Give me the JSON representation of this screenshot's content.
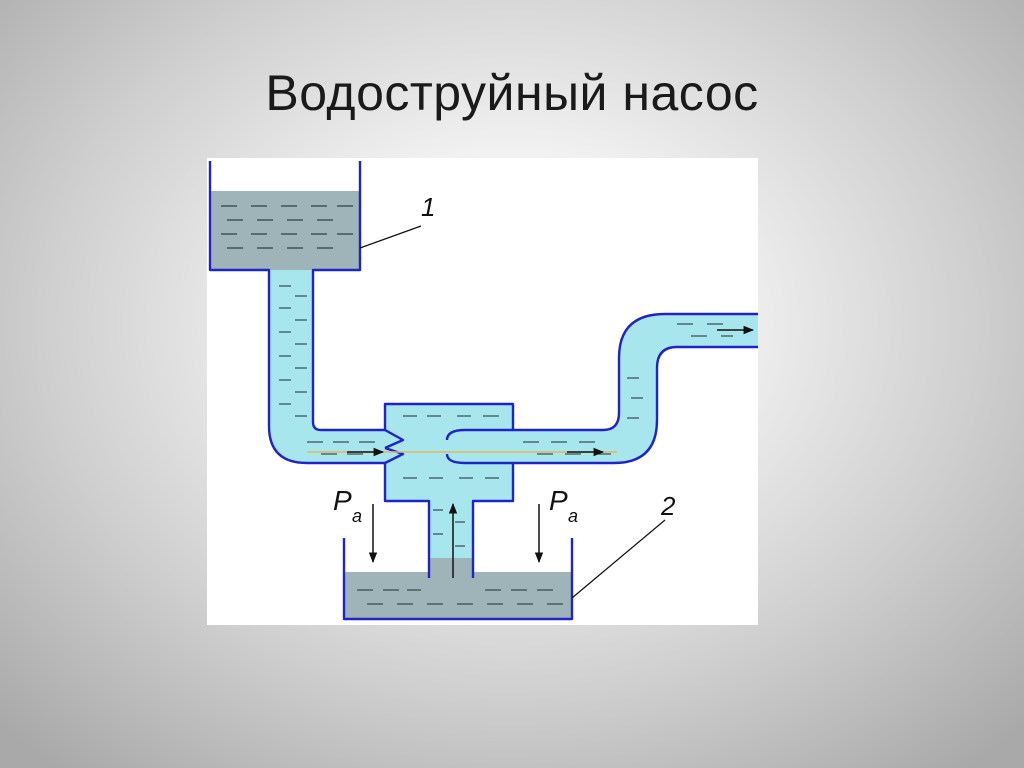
{
  "slide": {
    "title": "Водоструйный насос"
  },
  "diagram": {
    "labels": {
      "upper_tank": "1",
      "lower_tank": "2",
      "pressure_symbol": "P",
      "pressure_subscript": "a"
    },
    "colors": {
      "water_light": "#a8e6ee",
      "water_grey": "#9fb4b8",
      "outline_blue": "#1f24c8",
      "flow_line": "#e0b860",
      "ink": "#111111"
    }
  }
}
